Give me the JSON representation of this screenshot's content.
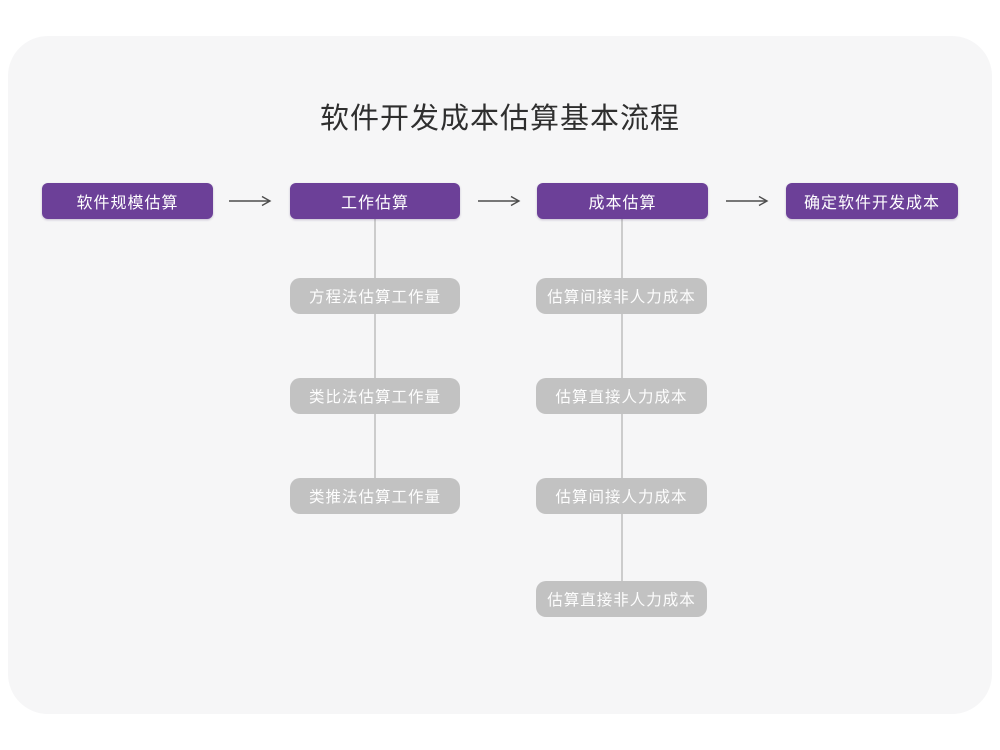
{
  "title": "软件开发成本估算基本流程",
  "flow": {
    "main_steps": [
      {
        "label": "软件规模估算"
      },
      {
        "label": "工作估算"
      },
      {
        "label": "成本估算"
      },
      {
        "label": "确定软件开发成本"
      }
    ],
    "work_estimation_methods": [
      "方程法估算工作量",
      "类比法估算工作量",
      "类推法估算工作量"
    ],
    "cost_estimation_steps": [
      "估算间接非人力成本",
      "估算直接人力成本",
      "估算间接人力成本",
      "估算直接非人力成本"
    ]
  },
  "colors": {
    "primary_node": "#6C4098",
    "primary_node_text": "#FFFFFF",
    "secondary_node": "#C2C2C2",
    "secondary_node_text": "#FDFDFD",
    "canvas_card": "#F6F6F7",
    "page_background": "#FFFFFF",
    "connector_line": "#CCCCCC",
    "arrow": "#4D4D4D",
    "title_text": "#2F2F2F"
  }
}
